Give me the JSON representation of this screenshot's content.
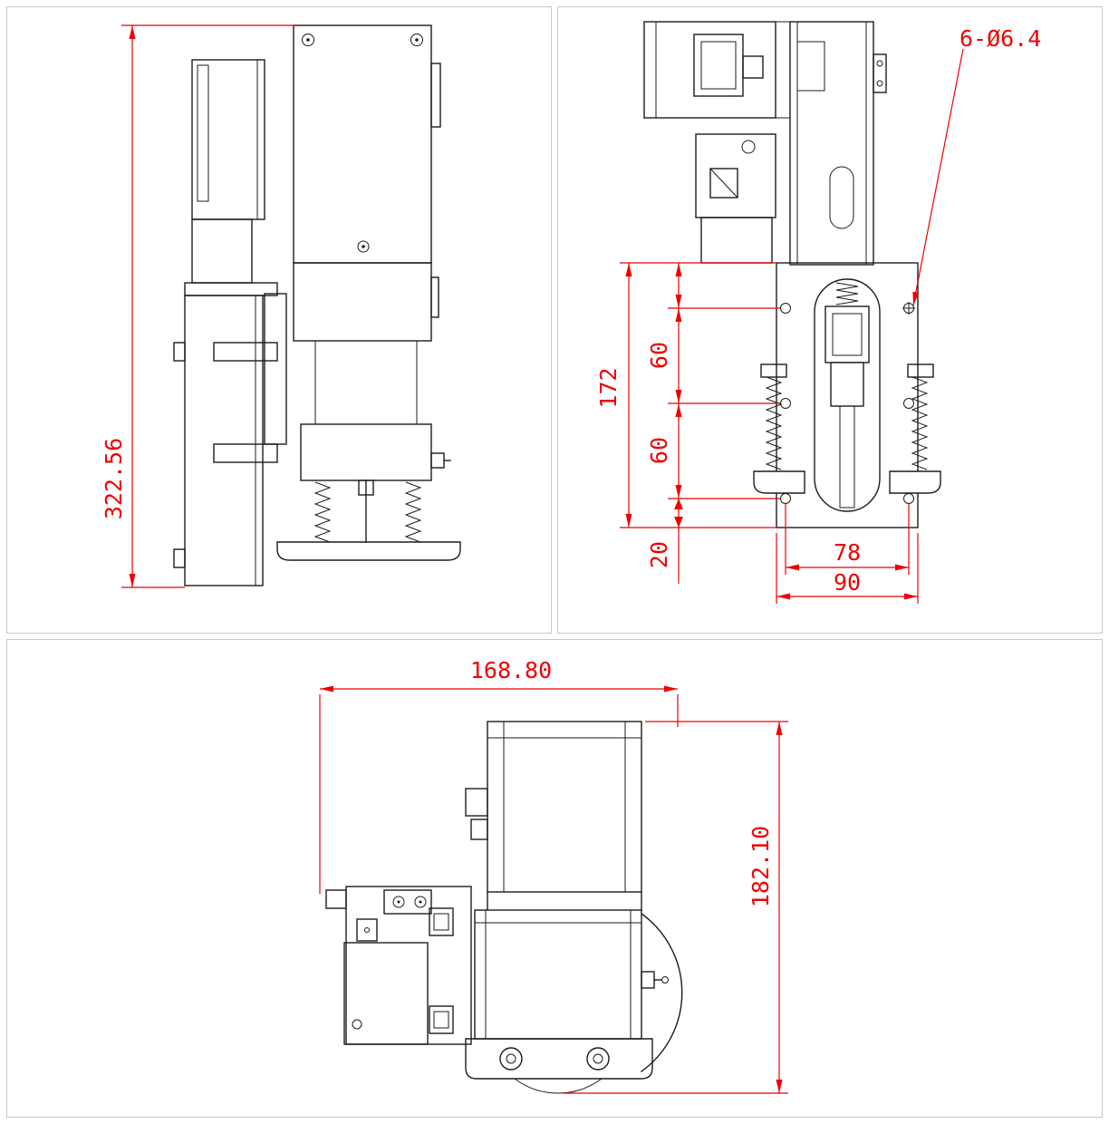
{
  "views": {
    "side": {
      "dims": {
        "overall_height": "322.56"
      }
    },
    "front": {
      "dims": {
        "plate_height": "172",
        "pitch_top": "60",
        "pitch_bottom": "60",
        "base_offset": "20",
        "hole_span": "78",
        "plate_width": "90",
        "holes_callout": "6-Ø6.4"
      }
    },
    "top": {
      "dims": {
        "overall_width": "168.80",
        "overall_depth": "182.10"
      }
    }
  },
  "colors": {
    "dimension_red": "#ee0000",
    "outline_black": "#1c1c1c",
    "panel_border_gray": "#c8c8c8",
    "background": "#ffffff"
  }
}
